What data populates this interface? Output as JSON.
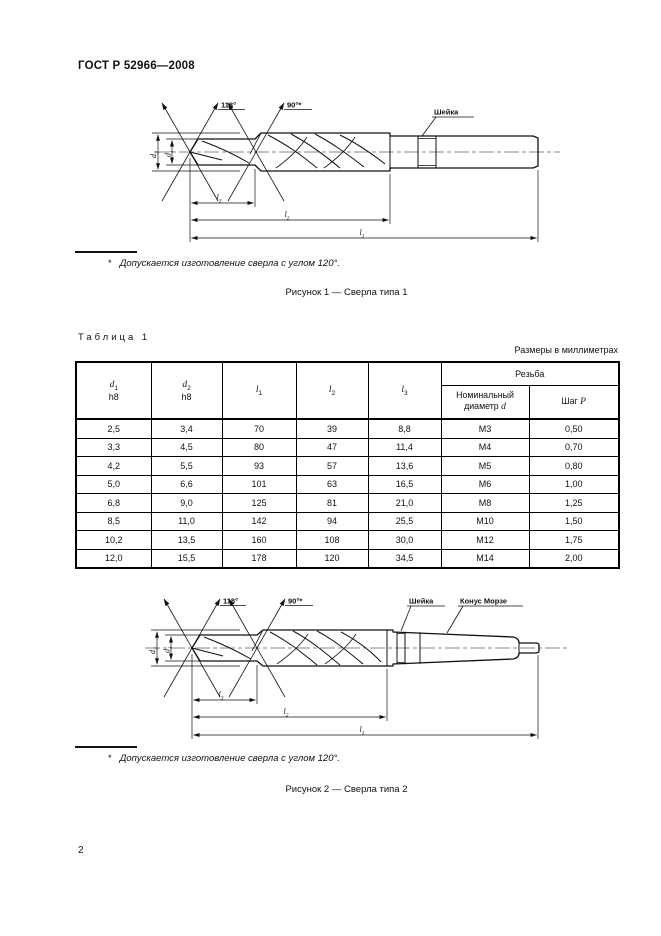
{
  "page": {
    "standard": "ГОСТ Р 52966—2008",
    "number": "2"
  },
  "labels": {
    "angle_118": "118°",
    "angle_90": "90°*",
    "neck": "Шейка",
    "morse_taper": "Конус Морзе",
    "dim_l": "l",
    "dim_d": "d",
    "sub_1": "1",
    "sub_2": "2",
    "sub_3": "3"
  },
  "figure1": {
    "footnote_marker": "*",
    "footnote": "Допускается изготовление сверла с углом 120°.",
    "caption": "Рисунок 1 — Сверла типа 1"
  },
  "figure2": {
    "footnote_marker": "*",
    "footnote": "Допускается изготовление сверла с углом 120°.",
    "caption": "Рисунок 2 — Сверла типа 2"
  },
  "table": {
    "title": "Таблица 1",
    "units_note": "Размеры в миллиметрах",
    "headers": {
      "d1": {
        "letter": "d",
        "sub": "1",
        "tol": "h8"
      },
      "d2": {
        "letter": "d",
        "sub": "2",
        "tol": "h8"
      },
      "l1": {
        "letter": "l",
        "sub": "1"
      },
      "l2": {
        "letter": "l",
        "sub": "2"
      },
      "l3": {
        "letter": "l",
        "sub": "3"
      },
      "thread_group": "Резьба",
      "thread_nominal_line1": "Номинальный",
      "thread_nominal_line2": "диаметр",
      "thread_nominal_var": "d",
      "thread_pitch_text": "Шаг",
      "thread_pitch_var": "P"
    },
    "rows": [
      [
        "2,5",
        "3,4",
        "70",
        "39",
        "8,8",
        "M3",
        "0,50"
      ],
      [
        "3,3",
        "4,5",
        "80",
        "47",
        "11,4",
        "M4",
        "0,70"
      ],
      [
        "4,2",
        "5,5",
        "93",
        "57",
        "13,6",
        "M5",
        "0,80"
      ],
      [
        "5,0",
        "6,6",
        "101",
        "63",
        "16,5",
        "M6",
        "1,00"
      ],
      [
        "6,8",
        "9,0",
        "125",
        "81",
        "21,0",
        "M8",
        "1,25"
      ],
      [
        "8,5",
        "11,0",
        "142",
        "94",
        "25,5",
        "M10",
        "1,50"
      ],
      [
        "10,2",
        "13,5",
        "160",
        "108",
        "30,0",
        "M12",
        "1,75"
      ],
      [
        "12,0",
        "15,5",
        "178",
        "120",
        "34,5",
        "M14",
        "2,00"
      ]
    ]
  }
}
